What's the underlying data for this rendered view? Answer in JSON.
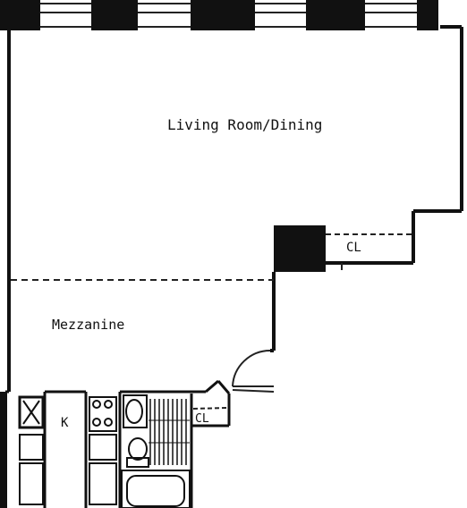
{
  "floorplan": {
    "colors": {
      "wall": "#111111",
      "background": "#ffffff",
      "line": "#222222"
    },
    "rooms": {
      "living_dining": "Living Room/Dining",
      "mezzanine": "Mezzanine",
      "kitchen": "K",
      "closet_main": "CL",
      "closet_small": "CL"
    }
  }
}
